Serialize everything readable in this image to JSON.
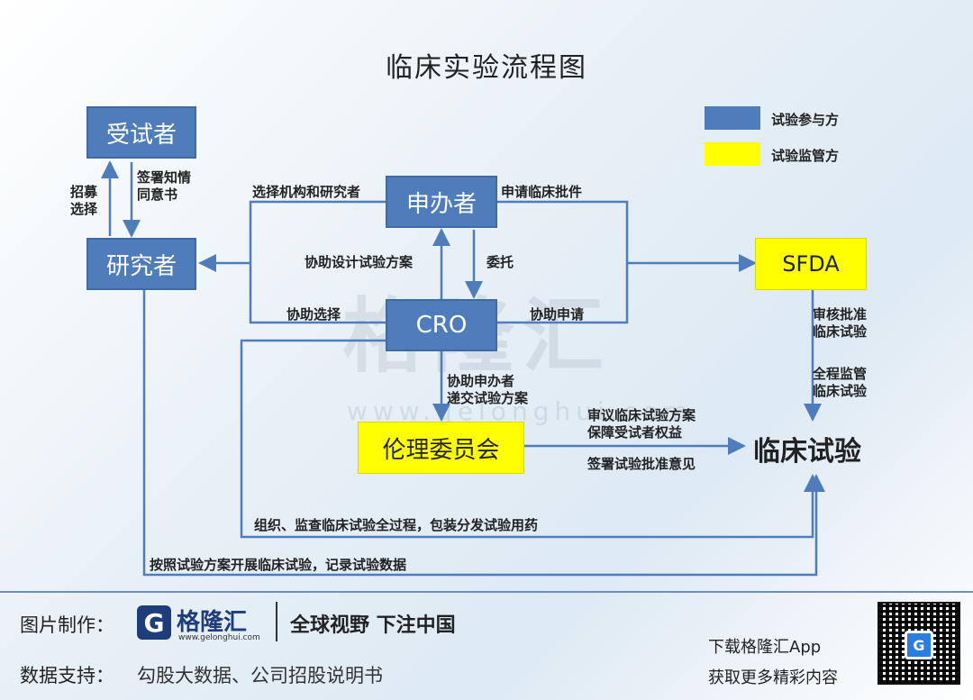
{
  "title": "临床实验流程图",
  "nodes": {
    "subject": "受试者",
    "researcher": "研究者",
    "sponsor": "申办者",
    "cro": "CRO",
    "sfda": "SFDA",
    "ethics": "伦理委员会",
    "trial": "临床试验"
  },
  "legend": {
    "participant": "试验参与方",
    "regulator": "试验监管方",
    "participant_color": "#4f7dbb",
    "regulator_color": "#ffff00"
  },
  "edge_labels": {
    "recruit": [
      "招募",
      "选择"
    ],
    "consent": [
      "签署知情",
      "同意书"
    ],
    "select_institution": "选择机构和研究者",
    "apply_approval": "申请临床批件",
    "assist_design": "协助设计试验方案",
    "entrust": "委托",
    "assist_select": "协助选择",
    "assist_apply": "协助申请",
    "approve_trial": [
      "审核批准",
      "临床试验"
    ],
    "supervise_trial": [
      "全程监管",
      "临床试验"
    ],
    "assist_submit": [
      "协助申办者",
      "递交试验方案"
    ],
    "review_protocol": [
      "审议临床试验方案",
      "保障受试者权益"
    ],
    "sign_opinion": "签署试验批准意见",
    "organize": "组织、监查临床试验全过程，包装分发试验用药",
    "conduct": "按照试验方案开展临床试验，记录试验数据"
  },
  "watermark": {
    "main": "格隆汇",
    "sub": "www.gelonghui.com"
  },
  "footer": {
    "made_by_label": "图片制作：",
    "brand_name": "格隆汇",
    "brand_url": "www.gelonghui.com",
    "slogan": "全球视野 下注中国",
    "data_label": "数据支持：",
    "data_source": "勾股大数据、公司招股说明书",
    "download": "下载格隆汇App",
    "more": "获取更多精彩内容",
    "logo_glyph": "G"
  }
}
